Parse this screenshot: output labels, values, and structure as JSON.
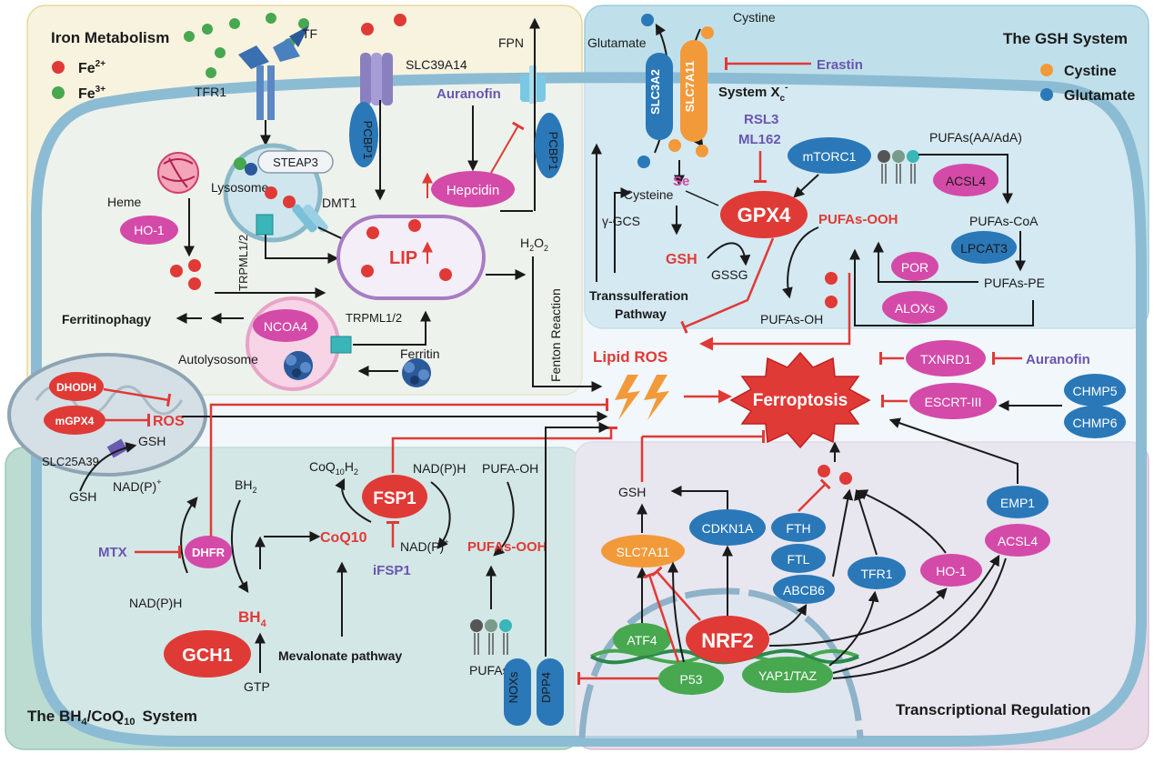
{
  "panels": {
    "iron": "Iron Metabolism",
    "gsh": "The GSH System",
    "bh4_a": "The BH",
    "bh4_b": "4",
    "bh4_c": "/CoQ",
    "bh4_d": "10",
    "bh4_e": "System",
    "transcription": "Transcriptional Regulation"
  },
  "legend": {
    "fe2_a": "Fe",
    "fe2_b": "2+",
    "fe3_a": "Fe",
    "fe3_b": "3+",
    "cystine": "Cystine",
    "glutamate": "Glutamate"
  },
  "iron": {
    "tf": "TF",
    "tfr1": "TFR1",
    "steap3": "STEAP3",
    "lysosome": "Lysosome",
    "dmt1": "DMT1",
    "trpml_lyso": "TRPML1/2",
    "heme": "Heme",
    "ho1": "HO-1",
    "slc39a14": "SLC39A14",
    "pcbp1_left": "PCBP1",
    "pcbp1_right": "PCBP1",
    "fpn": "FPN",
    "auranofin": "Auranofin",
    "hepcidin": "Hepcidin",
    "lip": "LIP",
    "h2o2_a": "H",
    "h2o2_b": "2",
    "h2o2_c": "O",
    "h2o2_d": "2",
    "fenton": "Fenton Reaction",
    "ferritinophagy": "Ferritinophagy",
    "ncoa4": "NCOA4",
    "trpml_auto": "TRPML1/2",
    "autolysosome": "Autolysosome",
    "ferritin": "Ferritin"
  },
  "gsh": {
    "cystine_top": "Cystine",
    "glutamate_top": "Glutamate",
    "slc3a2": "SLC3A2",
    "slc7a11": "SLC7A11",
    "erastin": "Erastin",
    "system_xc_a": "System X",
    "system_xc_b": "c",
    "system_xc_c": "-",
    "rsl3": "RSL3",
    "ml162": "ML162",
    "mtorc1": "mTORC1",
    "pufas_aa": "PUFAs(AA/AdA)",
    "acsl4": "ACSL4",
    "pufas_coa": "PUFAs-CoA",
    "lpcat3": "LPCAT3",
    "se": "Se",
    "cysteine": "Cysteine",
    "ggcs": "γ-GCS",
    "gpx4": "GPX4",
    "pufas_ooh": "PUFAs-OOH",
    "gsh": "GSH",
    "gssg": "GSSG",
    "por": "POR",
    "pufas_pe": "PUFAs-PE",
    "transsulf_a": "Transsulferation",
    "transsulf_b": "Pathway",
    "pufas_oh": "PUFAs-OH",
    "aloxs": "ALOXs"
  },
  "center": {
    "lipid_ros": "Lipid ROS",
    "ferroptosis": "Ferroptosis",
    "txnrd1": "TXNRD1",
    "auranofin": "Auranofin",
    "escrt": "ESCRT-III",
    "chmp5": "CHMP5",
    "chmp6": "CHMP6"
  },
  "mito": {
    "dhodh": "DHODH",
    "mgpx4": "mGPX4",
    "ros": "ROS",
    "gsh": "GSH",
    "slc25a39": "SLC25A39"
  },
  "bh4": {
    "gsh": "GSH",
    "nadp_top": "NAD(P)",
    "plus1": "+",
    "mtx": "MTX",
    "dhfr": "DHFR",
    "nadph_bottom": "NAD(P)H",
    "bh2_a": "BH",
    "bh2_b": "2",
    "bh4_a": "BH",
    "bh4_b": "4",
    "gch1": "GCH1",
    "gtp": "GTP",
    "coq10h2_a": "CoQ",
    "coq10h2_b": "10",
    "coq10h2_c": "H",
    "coq10h2_d": "2",
    "coq10": "CoQ10",
    "fsp1": "FSP1",
    "nadph_top": "NAD(P)H",
    "pufa_oh": "PUFA-OH",
    "nadp_mid": "NAD(P)",
    "plus2": "+",
    "pufas_ooh": "PUFAs-OOH",
    "ifsp1": "iFSP1",
    "mevalonate": "Mevalonate pathway",
    "pufas": "PUFAs",
    "noxs": "NOXs",
    "dpp4": "DPP4"
  },
  "trans": {
    "gsh": "GSH",
    "slc7a11": "SLC7A11",
    "cdkn1a": "CDKN1A",
    "fth": "FTH",
    "ftl": "FTL",
    "abcb6": "ABCB6",
    "tfr1": "TFR1",
    "ho1": "HO-1",
    "emp1": "EMP1",
    "acsl4": "ACSL4",
    "atf4": "ATF4",
    "nrf2": "NRF2",
    "p53": "P53",
    "yap": "YAP1/TAZ"
  },
  "colors": {
    "iron_bg": "#f8f3df",
    "gsh_bg": "#bfe0ea",
    "bh4_bg": "#bcdcd2",
    "trans_bg": "#ead9e6",
    "cell": "#e7f2f6",
    "red": "#e03a36",
    "magenta": "#d44aa8",
    "blue": "#2a78b8",
    "green": "#47a84f",
    "orange": "#f29a3a",
    "purple_text": "#6a55b0"
  }
}
